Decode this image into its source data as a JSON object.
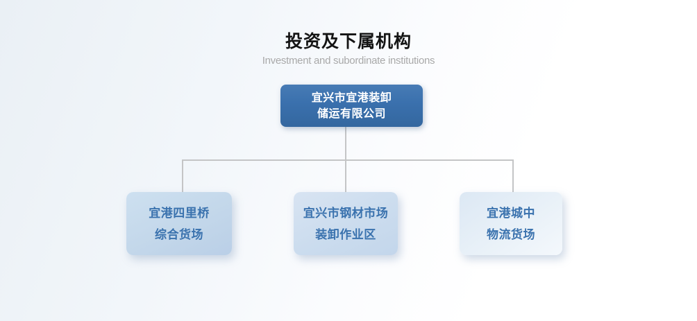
{
  "header": {
    "title": "投资及下属机构",
    "subtitle": "Investment and subordinate institutions"
  },
  "org_chart": {
    "root": {
      "line1": "宜兴市宜港装卸",
      "line2": "储运有限公司"
    },
    "children": [
      {
        "line1": "宜港四里桥",
        "line2": "综合货场"
      },
      {
        "line1": "宜兴市钢材市场",
        "line2": "装卸作业区"
      },
      {
        "line1": "宜港城中",
        "line2": "物流货场"
      }
    ]
  },
  "colors": {
    "root_box": "#3a70ad",
    "root_text": "#ffffff",
    "child_text": "#3a72ae",
    "connector": "#c4c5c6",
    "title": "#141414",
    "subtitle": "#a9a9a9",
    "background_top": "#eaf0f5"
  }
}
